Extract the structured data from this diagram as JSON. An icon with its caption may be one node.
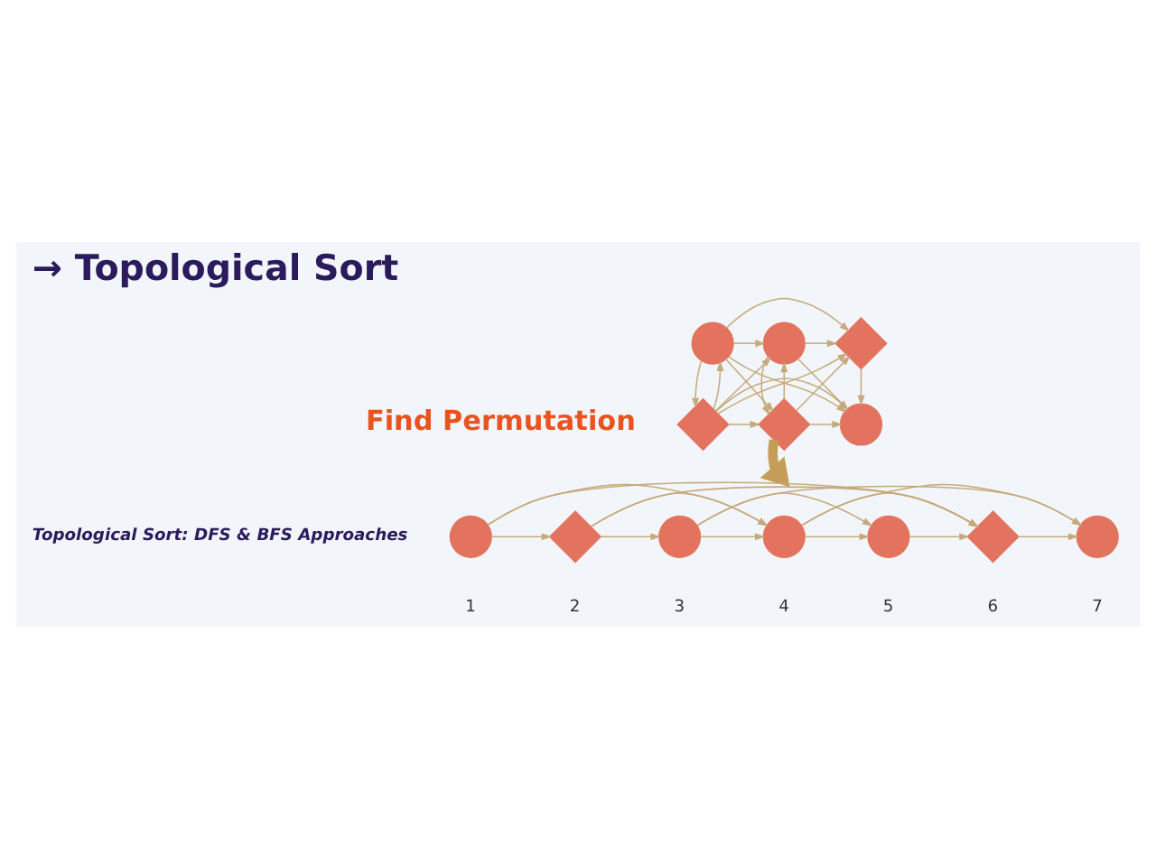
{
  "diagram": {
    "title": "→ Topological Sort",
    "nodes": [
      {
        "text": [],
        "shape": "circle"
      },
      {
        "text": [],
        "shape": "circle"
      },
      {
        "text": [],
        "shape": "diamond"
      },
      {
        "text": [],
        "shape": "diamond"
      },
      {
        "text": [],
        "shape": "diamond"
      },
      {
        "text": [],
        "shape": "circle"
      },
      {
        "text": [],
        "shape": "circle",
        "beside": [
          "1"
        ]
      },
      {
        "text": [],
        "shape": "diamond",
        "beside": [
          "2"
        ]
      },
      {
        "text": [],
        "shape": "circle",
        "beside": [
          "3"
        ]
      },
      {
        "text": [],
        "shape": "circle",
        "beside": [
          "4"
        ]
      },
      {
        "text": [],
        "shape": "circle",
        "beside": [
          "5"
        ]
      },
      {
        "text": [],
        "shape": "diamond",
        "beside": [
          "6"
        ]
      },
      {
        "text": [],
        "shape": "circle",
        "beside": [
          "7"
        ]
      }
    ],
    "edges": [
      {
        "from": 0,
        "to": 1,
        "arrow": "to"
      },
      {
        "from": 0,
        "to": 2,
        "arrow": "to"
      },
      {
        "from": 0,
        "to": 3,
        "arrow": "to"
      },
      {
        "from": 0,
        "to": 4,
        "arrow": "to"
      },
      {
        "from": 0,
        "to": 5,
        "arrow": "to"
      },
      {
        "from": 1,
        "to": 2,
        "arrow": "to"
      },
      {
        "from": 1,
        "to": 4,
        "arrow": "to"
      },
      {
        "from": 1,
        "to": 5,
        "arrow": "to"
      },
      {
        "from": 2,
        "to": 5,
        "arrow": "to"
      },
      {
        "from": 3,
        "to": 0,
        "arrow": "to"
      },
      {
        "from": 3,
        "to": 1,
        "arrow": "to"
      },
      {
        "from": 3,
        "to": 2,
        "arrow": "to"
      },
      {
        "from": 3,
        "to": 4,
        "arrow": "to"
      },
      {
        "from": 3,
        "to": 5,
        "arrow": "to"
      },
      {
        "from": 4,
        "to": 1,
        "arrow": "to"
      },
      {
        "from": 4,
        "to": 2,
        "arrow": "to"
      },
      {
        "from": 4,
        "to": 5,
        "arrow": "to"
      },
      {
        "from": 4,
        "to": null,
        "arrow": "to",
        "style": "thick",
        "color": "#c49d58"
      },
      {
        "from": 6,
        "to": 7,
        "arrow": "to"
      },
      {
        "from": 7,
        "to": 8,
        "arrow": "to"
      },
      {
        "from": 8,
        "to": 9,
        "arrow": "to"
      },
      {
        "from": 9,
        "to": 10,
        "arrow": "to"
      },
      {
        "from": 10,
        "to": 11,
        "arrow": "to"
      },
      {
        "from": 11,
        "to": 12,
        "arrow": "to"
      },
      {
        "from": 6,
        "to": 9,
        "arrow": "to"
      },
      {
        "from": 6,
        "to": 11,
        "arrow": "to"
      },
      {
        "from": 7,
        "to": 9,
        "arrow": "to"
      },
      {
        "from": 7,
        "to": 11,
        "arrow": "to"
      },
      {
        "from": 8,
        "to": 10,
        "arrow": "to"
      },
      {
        "from": 8,
        "to": 12,
        "arrow": "to"
      },
      {
        "from": 9,
        "to": 11,
        "arrow": "to"
      },
      {
        "from": 9,
        "to": 12,
        "arrow": "to"
      }
    ],
    "labels": [
      "Find Permutation",
      "Topological Sort: DFS & BFS Approaches"
    ]
  }
}
